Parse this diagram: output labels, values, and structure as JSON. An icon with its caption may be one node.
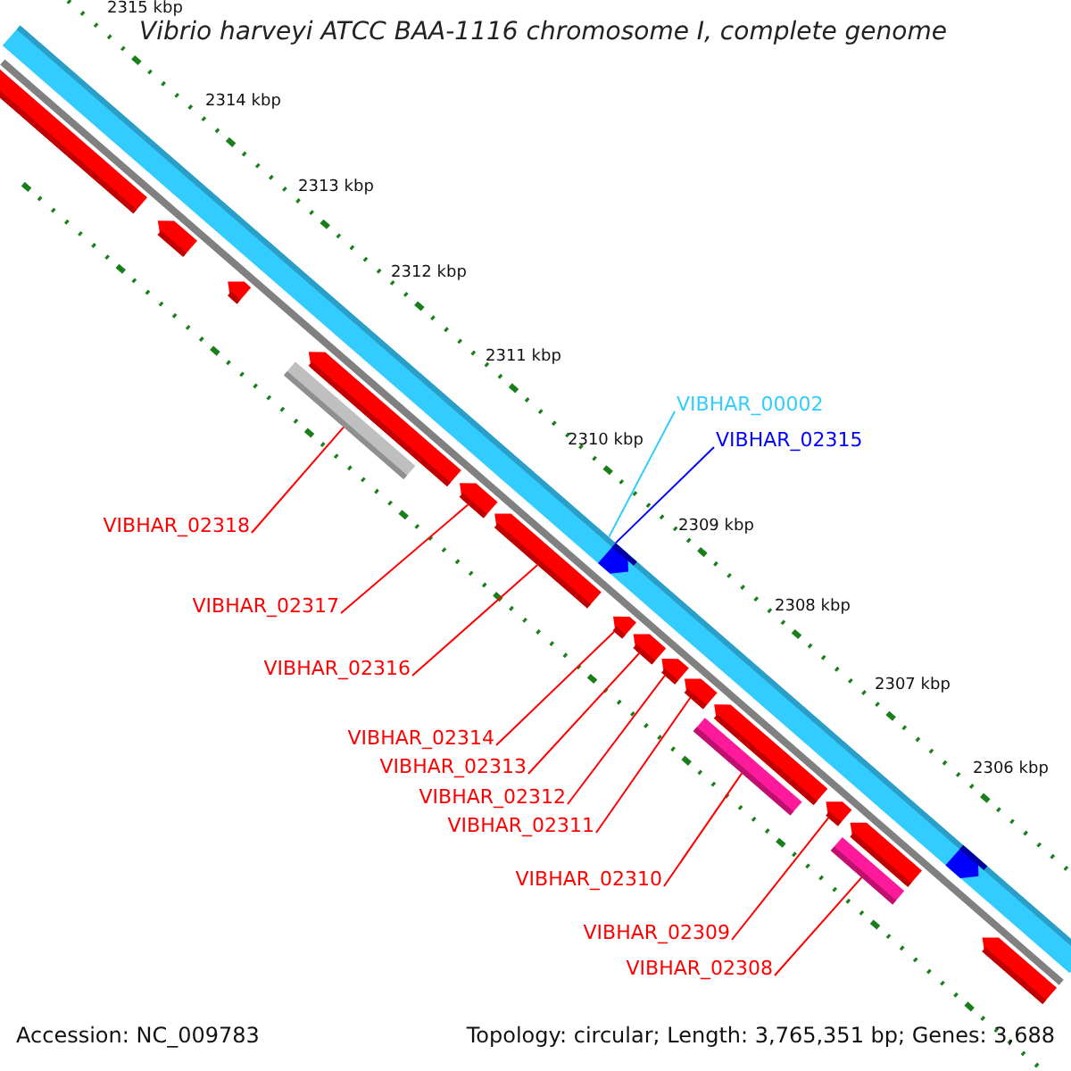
{
  "diagram": {
    "title": "Vibrio harveyi ATCC BAA-1116 chromosome I, complete genome",
    "nodes": [
      {
        "text": [
          "VIBHAR_00002"
        ]
      },
      {
        "text": [
          "VIBHAR_02315"
        ]
      },
      {
        "text": [
          "VIBHAR_02318"
        ]
      },
      {
        "text": [
          "VIBHAR_02317"
        ]
      },
      {
        "text": [
          "VIBHAR_02316"
        ]
      },
      {
        "text": [
          "VIBHAR_02314"
        ]
      },
      {
        "text": [
          "VIBHAR_02313"
        ]
      },
      {
        "text": [
          "VIBHAR_02312"
        ]
      },
      {
        "text": [
          "VIBHAR_02311"
        ]
      },
      {
        "text": [
          "VIBHAR_02310"
        ]
      },
      {
        "text": [
          "VIBHAR_02309"
        ]
      },
      {
        "text": [
          "VIBHAR_02308"
        ]
      },
      {
        "text": [],
        "shape": "bar"
      },
      {
        "text": [],
        "shape": "arrow",
        "in": 12
      },
      {
        "text": [],
        "shape": "bar"
      },
      {
        "text": [],
        "shape": "arrow"
      },
      {
        "text": [],
        "shape": "arrow"
      },
      {
        "text": [],
        "shape": "arrow"
      },
      {
        "text": [],
        "shape": "arrow"
      },
      {
        "text": [],
        "shape": "arrow"
      },
      {
        "text": [],
        "shape": "arrow"
      },
      {
        "text": [],
        "shape": "bar"
      },
      {
        "text": [],
        "shape": "arrow"
      },
      {
        "text": [],
        "shape": "bar"
      },
      {
        "text": [],
        "shape": "arrow"
      },
      {
        "text": [],
        "shape": "arrow"
      },
      {
        "text": [],
        "shape": "arrow"
      },
      {
        "text": [],
        "shape": "arrow"
      },
      {
        "text": [],
        "shape": "arrow"
      },
      {
        "text": [],
        "shape": "arrow"
      },
      {
        "text": [],
        "shape": "arrow"
      },
      {
        "text": [],
        "shape": "arrow",
        "in": 12
      }
    ],
    "edges": [
      {
        "from": 0,
        "to": 12,
        "arrow": "none",
        "color": "#33ccff"
      },
      {
        "from": 1,
        "to": 13,
        "arrow": "none",
        "color": "#0000ff"
      },
      {
        "from": 2,
        "to": 14,
        "arrow": "none"
      },
      {
        "from": 3,
        "to": 15,
        "arrow": "none"
      },
      {
        "from": 4,
        "to": 16,
        "arrow": "none"
      },
      {
        "from": 5,
        "to": 17,
        "arrow": "none"
      },
      {
        "from": 6,
        "to": 18,
        "arrow": "none"
      },
      {
        "from": 7,
        "to": 19,
        "arrow": "none"
      },
      {
        "from": 8,
        "to": 20,
        "arrow": "none"
      },
      {
        "from": 9,
        "to": 21,
        "arrow": "none"
      },
      {
        "from": 10,
        "to": 22,
        "arrow": "none"
      },
      {
        "from": 11,
        "to": 23,
        "arrow": "none"
      }
    ],
    "labels": [
      "2315 kbp",
      "2314 kbp",
      "2313 kbp",
      "2312 kbp",
      "2311 kbp",
      "2310 kbp",
      "2309 kbp",
      "2308 kbp",
      "2307 kbp",
      "2306 kbp",
      "Accession: NC_009783",
      "Topology: circular; Length: 3,765,351 bp; Genes: 3,688"
    ]
  }
}
